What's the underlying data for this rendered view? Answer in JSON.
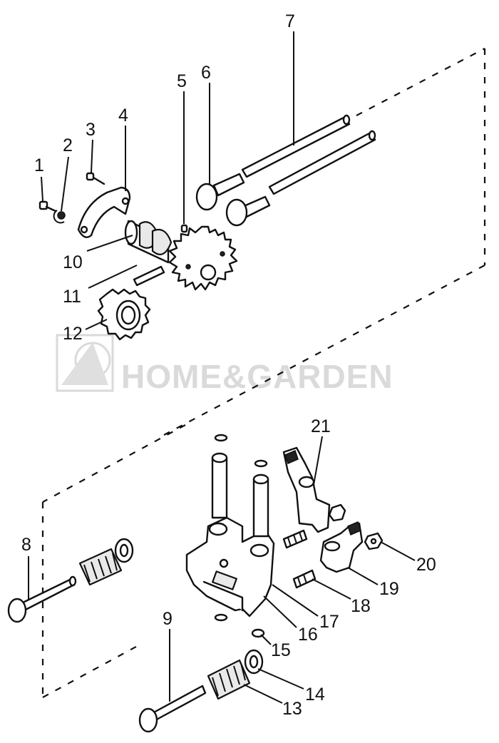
{
  "part_numbers": [
    "1",
    "2",
    "3",
    "4",
    "5",
    "6",
    "7",
    "8",
    "9",
    "10",
    "11",
    "12",
    "13",
    "14",
    "15",
    "16",
    "17",
    "18",
    "19",
    "20",
    "21"
  ],
  "watermark": {
    "text": "HOME&GARDEN",
    "icon": "home-garden-logo"
  },
  "colors": {
    "line": "#111111",
    "background": "#ffffff",
    "watermark": "#d6d6d6"
  }
}
